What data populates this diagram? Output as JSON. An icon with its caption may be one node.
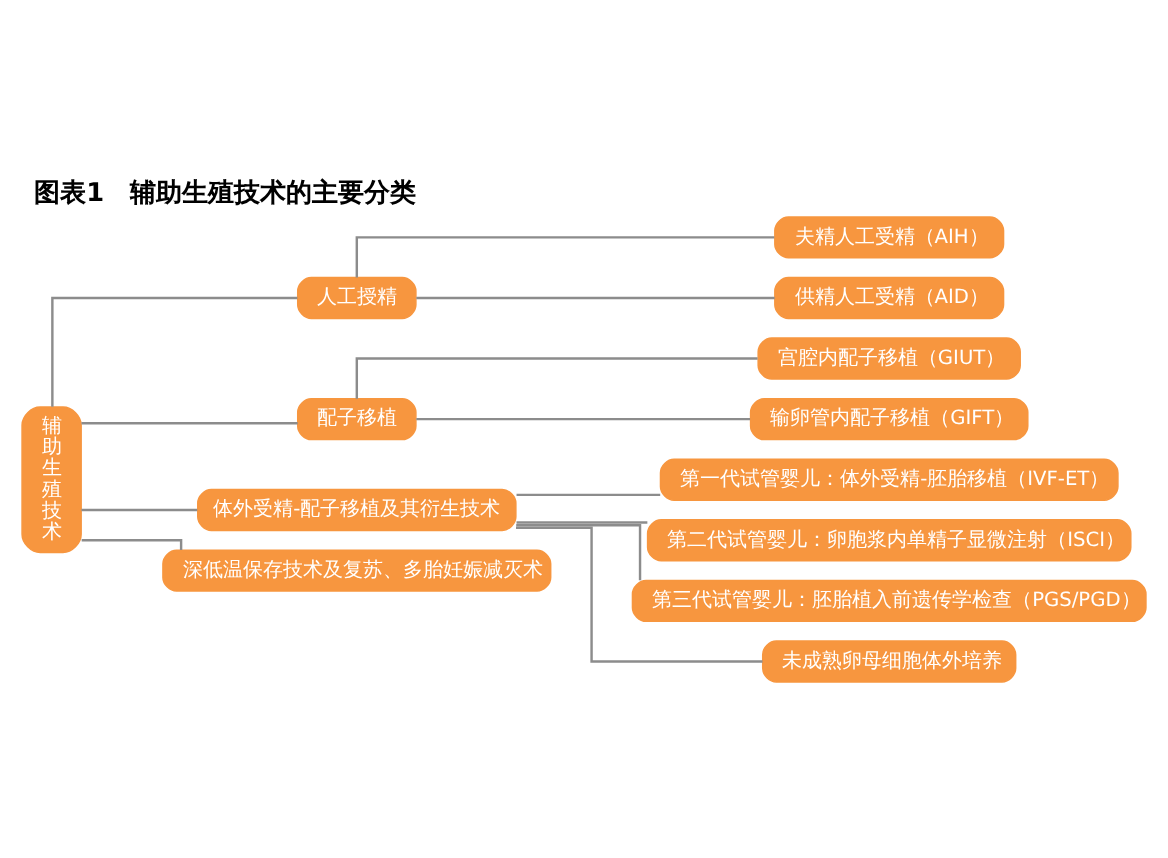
{
  "diagram": {
    "title": "图表1　辅助生殖技术的主要分类",
    "nodes": [
      {
        "text": [
          "辅助生殖技术"
        ]
      },
      {
        "text": [
          "人工授精"
        ]
      },
      {
        "text": [
          "夫精人工受精（AIH）"
        ]
      },
      {
        "text": [
          "供精人工受精（AID）"
        ]
      },
      {
        "text": [
          "配子移植"
        ]
      },
      {
        "text": [
          "宫腔内配子移植（GIUT）"
        ]
      },
      {
        "text": [
          "输卵管内配子移植（GIFT）"
        ]
      },
      {
        "text": [
          "体外受精-配子移植及其衍生技术"
        ]
      },
      {
        "text": [
          "第一代试管婴儿：体外受精-胚胎移植（IVF-ET）"
        ]
      },
      {
        "text": [
          "第二代试管婴儿：卵胞浆内单精子显微注射（ISCI）"
        ]
      },
      {
        "text": [
          "第三代试管婴儿：胚胎植入前遗传学检查（PGS/PGD）"
        ]
      },
      {
        "text": [
          "未成熟卵母细胞体外培养"
        ]
      },
      {
        "text": [
          "深低温保存技术及复苏、多胎妊娠减灭术"
        ]
      }
    ],
    "edges": [
      {
        "from": 0,
        "to": 1,
        "arrow": "none"
      },
      {
        "from": 0,
        "to": 4,
        "arrow": "none"
      },
      {
        "from": 0,
        "to": 7,
        "arrow": "none"
      },
      {
        "from": 0,
        "to": 12,
        "arrow": "none"
      },
      {
        "from": 1,
        "to": 2,
        "arrow": "none"
      },
      {
        "from": 1,
        "to": 3,
        "arrow": "none"
      },
      {
        "from": 4,
        "to": 5,
        "arrow": "none"
      },
      {
        "from": 4,
        "to": 6,
        "arrow": "none"
      },
      {
        "from": 7,
        "to": 8,
        "arrow": "none"
      },
      {
        "from": 7,
        "to": 9,
        "arrow": "none"
      },
      {
        "from": 7,
        "to": 10,
        "arrow": "none"
      },
      {
        "from": 7,
        "to": 11,
        "arrow": "none"
      }
    ]
  }
}
